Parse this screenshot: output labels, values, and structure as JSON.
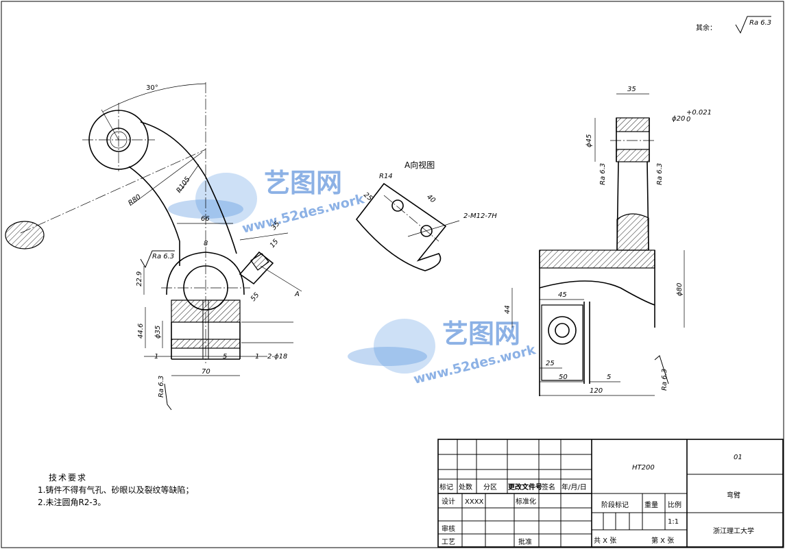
{
  "top_right": {
    "label": "其余：",
    "roughness": "Ra 6.3"
  },
  "view_a_title": "A向视图",
  "front_view_dims": {
    "angle": "30°",
    "r105": "R105",
    "r80": "R80",
    "d66": "66",
    "d8": "8",
    "d35": "35",
    "d15": "15",
    "d55": "55",
    "d229": "22.9",
    "d446": "44.6",
    "phi35": "ϕ35",
    "d1a": "1",
    "d5": "5",
    "d1b": "1",
    "d70": "70",
    "holes": "2-ϕ18",
    "arrow_a": "A",
    "ra_left": "Ra 6.3",
    "ra_bottom": "Ra 6.3"
  },
  "view_a_dims": {
    "r14": "R14",
    "d25": "25",
    "d40": "40",
    "thread": "2-M12-7H"
  },
  "side_view_dims": {
    "d35": "35",
    "phi20": "ϕ20",
    "tol_upper": "+0.021",
    "tol_lower": "0",
    "phi45": "ϕ45",
    "ra_l": "Ra 6.3",
    "ra_r": "Ra 6.3",
    "d44": "44",
    "d45": "45",
    "phi80": "ϕ80",
    "d25": "25",
    "d50": "50",
    "d5": "5",
    "d120": "120",
    "ra_side": "Ra 6.3"
  },
  "watermark": {
    "brand": "艺图网",
    "url": "www.52des.work"
  },
  "notes": {
    "heading": "技术要求",
    "item1": "1.铸件不得有气孔、砂眼以及裂纹等缺陷；",
    "item2": "2.未注圆角R2-3。"
  },
  "title_block": {
    "material": "HT200",
    "drawing_no": "01",
    "part_name": "弯臂",
    "school": "浙江理工大学",
    "scale": "1:1",
    "rev_headers": [
      "标记",
      "处数",
      "分区",
      "更改文件号",
      "签名",
      "年/月/日"
    ],
    "design": "设计",
    "designer": "XXXX",
    "standardize": "标准化",
    "review": "审核",
    "process": "工艺",
    "approve": "批准",
    "stage_mark": "阶段标记",
    "weight": "重量",
    "ratio": "比例",
    "sheets": "共  X  张",
    "sheet_no": "第  X  张"
  }
}
